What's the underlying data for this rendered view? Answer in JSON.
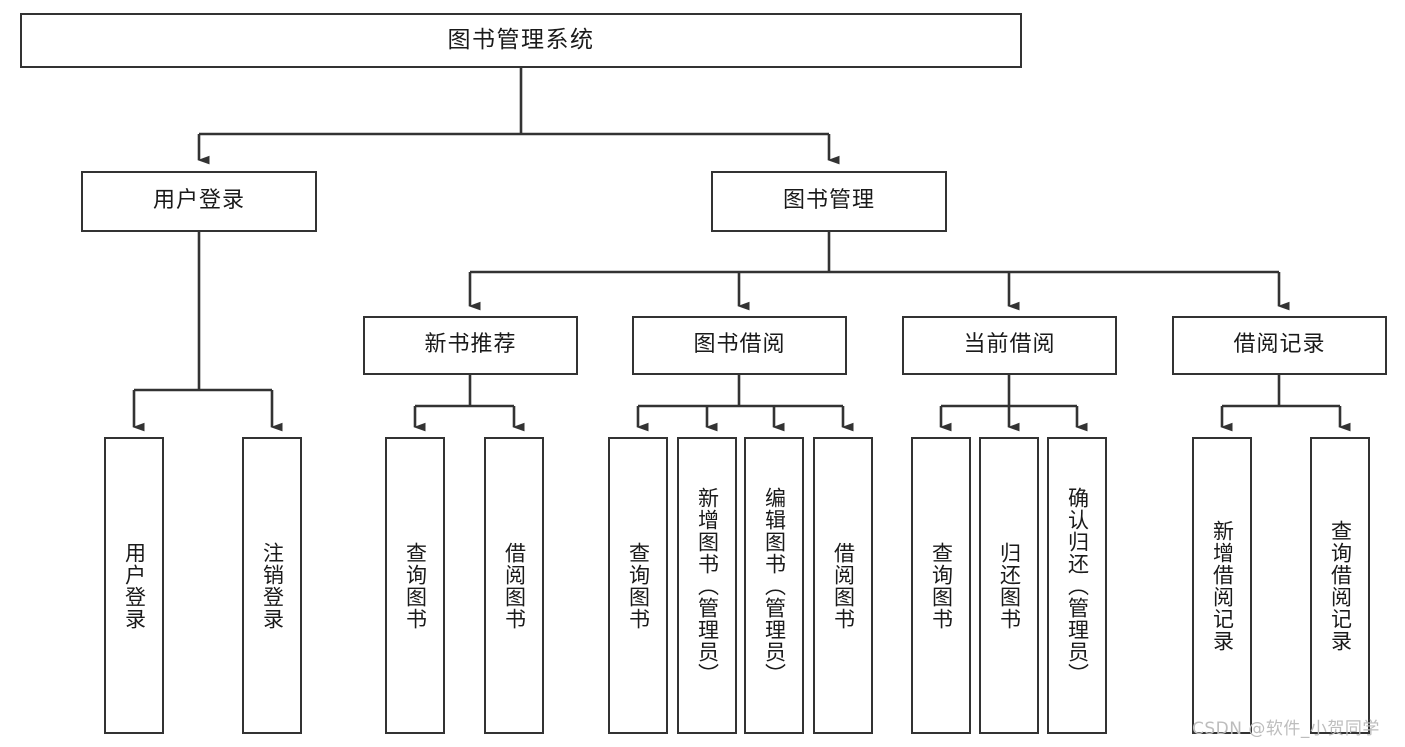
{
  "diagram": {
    "title": "图书管理系统",
    "watermark": "CSDN @软件_小贺同学",
    "line_color": "#333333",
    "box_fill": "#ffffff",
    "text_color": "#1a1a1a",
    "watermark_color": "#bdbdbd"
  },
  "nodes": {
    "root": {
      "label": "图书管理系统"
    },
    "level2": [
      {
        "id": "user-login",
        "label": "用户登录"
      },
      {
        "id": "book-manage",
        "label": "图书管理"
      }
    ],
    "level3": [
      {
        "id": "new-book-recommend",
        "label": "新书推荐"
      },
      {
        "id": "book-borrow",
        "label": "图书借阅"
      },
      {
        "id": "current-borrow",
        "label": "当前借阅"
      },
      {
        "id": "borrow-record",
        "label": "借阅记录"
      }
    ],
    "leaves": {
      "user_login": [
        {
          "id": "leaf-user-login",
          "label": "用户登录"
        },
        {
          "id": "leaf-logout-login",
          "label": "注销登录"
        }
      ],
      "new_book_recommend": [
        {
          "id": "leaf-query-book-1",
          "label": "查询图书"
        },
        {
          "id": "leaf-borrow-book-1",
          "label": "借阅图书"
        }
      ],
      "book_borrow": [
        {
          "id": "leaf-query-book-2",
          "label": "查询图书"
        },
        {
          "id": "leaf-add-book",
          "label": "新增图书（管理员）"
        },
        {
          "id": "leaf-edit-book",
          "label": "编辑图书（管理员）"
        },
        {
          "id": "leaf-borrow-book-2",
          "label": "借阅图书"
        }
      ],
      "current_borrow": [
        {
          "id": "leaf-query-book-3",
          "label": "查询图书"
        },
        {
          "id": "leaf-return-book",
          "label": "归还图书"
        },
        {
          "id": "leaf-confirm-return",
          "label": "确认归还（管理员）"
        }
      ],
      "borrow_record": [
        {
          "id": "leaf-add-record",
          "label": "新增借阅记录"
        },
        {
          "id": "leaf-query-record",
          "label": "查询借阅记录"
        }
      ]
    }
  }
}
